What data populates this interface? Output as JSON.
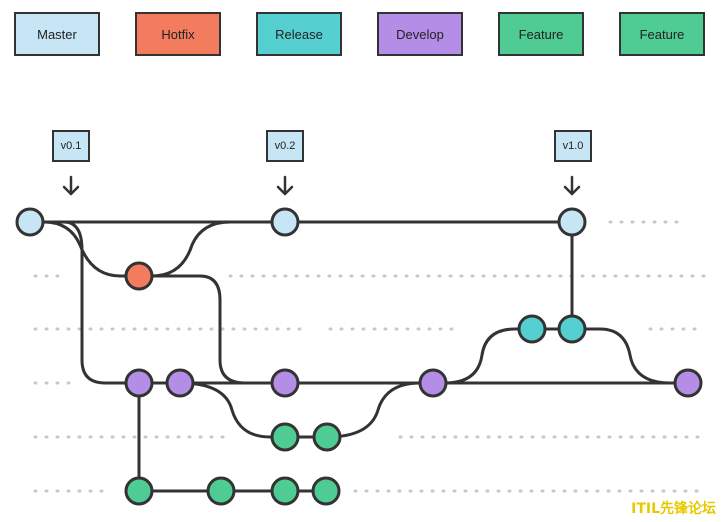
{
  "colors": {
    "master": "#c7e6f5",
    "hotfix": "#f47c5e",
    "release": "#56cfd0",
    "develop": "#b38de6",
    "feature": "#4fcb94",
    "line": "#333333",
    "dots": "#c8c8c8"
  },
  "legend": [
    {
      "label": "Master",
      "color": "#c7e6f5"
    },
    {
      "label": "Hotfix",
      "color": "#f47c5e"
    },
    {
      "label": "Release",
      "color": "#56cfd0"
    },
    {
      "label": "Develop",
      "color": "#b38de6"
    },
    {
      "label": "Feature",
      "color": "#4fcb94"
    },
    {
      "label": "Feature",
      "color": "#4fcb94"
    }
  ],
  "tags": [
    {
      "label": "v0.1"
    },
    {
      "label": "v0.2"
    },
    {
      "label": "v1.0"
    }
  ],
  "watermark": "ITIL先锋论坛"
}
